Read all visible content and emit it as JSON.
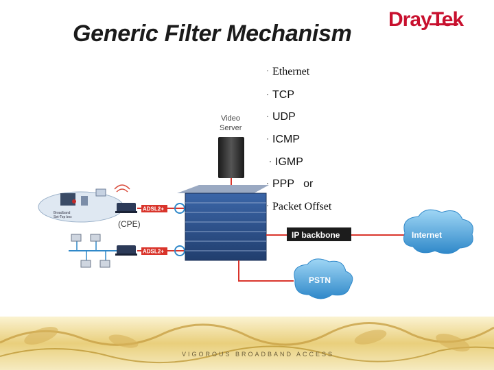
{
  "slide": {
    "title": "Generic Filter Mechanism",
    "logo": "DrayTek",
    "bullets": [
      {
        "text": "Ethernet"
      },
      {
        "text": "TCP"
      },
      {
        "text": "UDP"
      },
      {
        "text": "ICMP"
      },
      {
        "text": "IGMP"
      },
      {
        "text": "PPP   or"
      },
      {
        "text": "Packet Offset"
      }
    ],
    "bullet_marker": "·",
    "tagline": "VIGOROUS BROADBAND ACCESS"
  },
  "diagram": {
    "video_server_label_line1": "Video",
    "video_server_label_line2": "Server",
    "adsl_label_1": "ADSL2+",
    "adsl_label_2": "ADSL2+",
    "cpe_label": "(CPE)",
    "home_label_line1": "Broadband",
    "home_label_line2": "Set-Top box",
    "ip_backbone_label": "IP backbone",
    "internet_label": "Internet",
    "pstn_label": "PSTN"
  },
  "colors": {
    "brand_red": "#c8102e",
    "cloud_blue": "#4aa3df",
    "dslam_blue": "#2b4f8a",
    "link_red": "#d9342b",
    "gold": "#b8902a"
  }
}
